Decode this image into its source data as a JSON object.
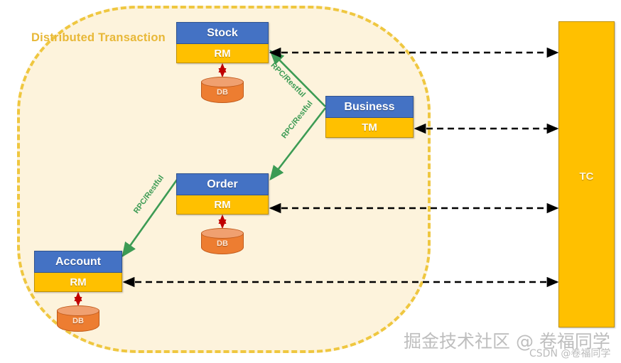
{
  "diagram": {
    "title": "Distributed Transaction",
    "container_label": "Distributed Transaction"
  },
  "nodes": [
    {
      "id": "stock",
      "head": "Stock",
      "body": "RM"
    },
    {
      "id": "business",
      "head": "Business",
      "body": "TM"
    },
    {
      "id": "order",
      "head": "Order",
      "body": "RM"
    },
    {
      "id": "account",
      "head": "Account",
      "body": "RM"
    }
  ],
  "databases": [
    {
      "id": "db-stock",
      "label": "DB"
    },
    {
      "id": "db-order",
      "label": "DB"
    },
    {
      "id": "db-account",
      "label": "DB"
    }
  ],
  "coordinator": {
    "label": "TC"
  },
  "edges": {
    "rpc": [
      {
        "from": "business",
        "to": "stock",
        "label": "RPC/Restful"
      },
      {
        "from": "business",
        "to": "order",
        "label": "RPC/Restful"
      },
      {
        "from": "order",
        "to": "account",
        "label": "RPC/Restful"
      }
    ],
    "tc_links": [
      {
        "from": "stock",
        "to": "tc"
      },
      {
        "from": "business",
        "to": "tc"
      },
      {
        "from": "order",
        "to": "tc"
      },
      {
        "from": "account",
        "to": "tc"
      }
    ],
    "db_links": [
      {
        "from": "stock",
        "to": "db-stock"
      },
      {
        "from": "order",
        "to": "db-order"
      },
      {
        "from": "account",
        "to": "db-account"
      }
    ]
  },
  "colors": {
    "node_head": "#4472C4",
    "node_body": "#FFC000",
    "container_bg": "#FDF3DC",
    "container_border": "#EFC740",
    "title": "#E8B838",
    "rpc_line": "#3C9B54",
    "db_fill": "#ED7D31",
    "tc_fill": "#FFC000",
    "db_arrow": "#C00000"
  },
  "watermarks": {
    "main": "掘金技术社区 @ 卷福同学",
    "csdn": "CSDN @卷福同学"
  }
}
